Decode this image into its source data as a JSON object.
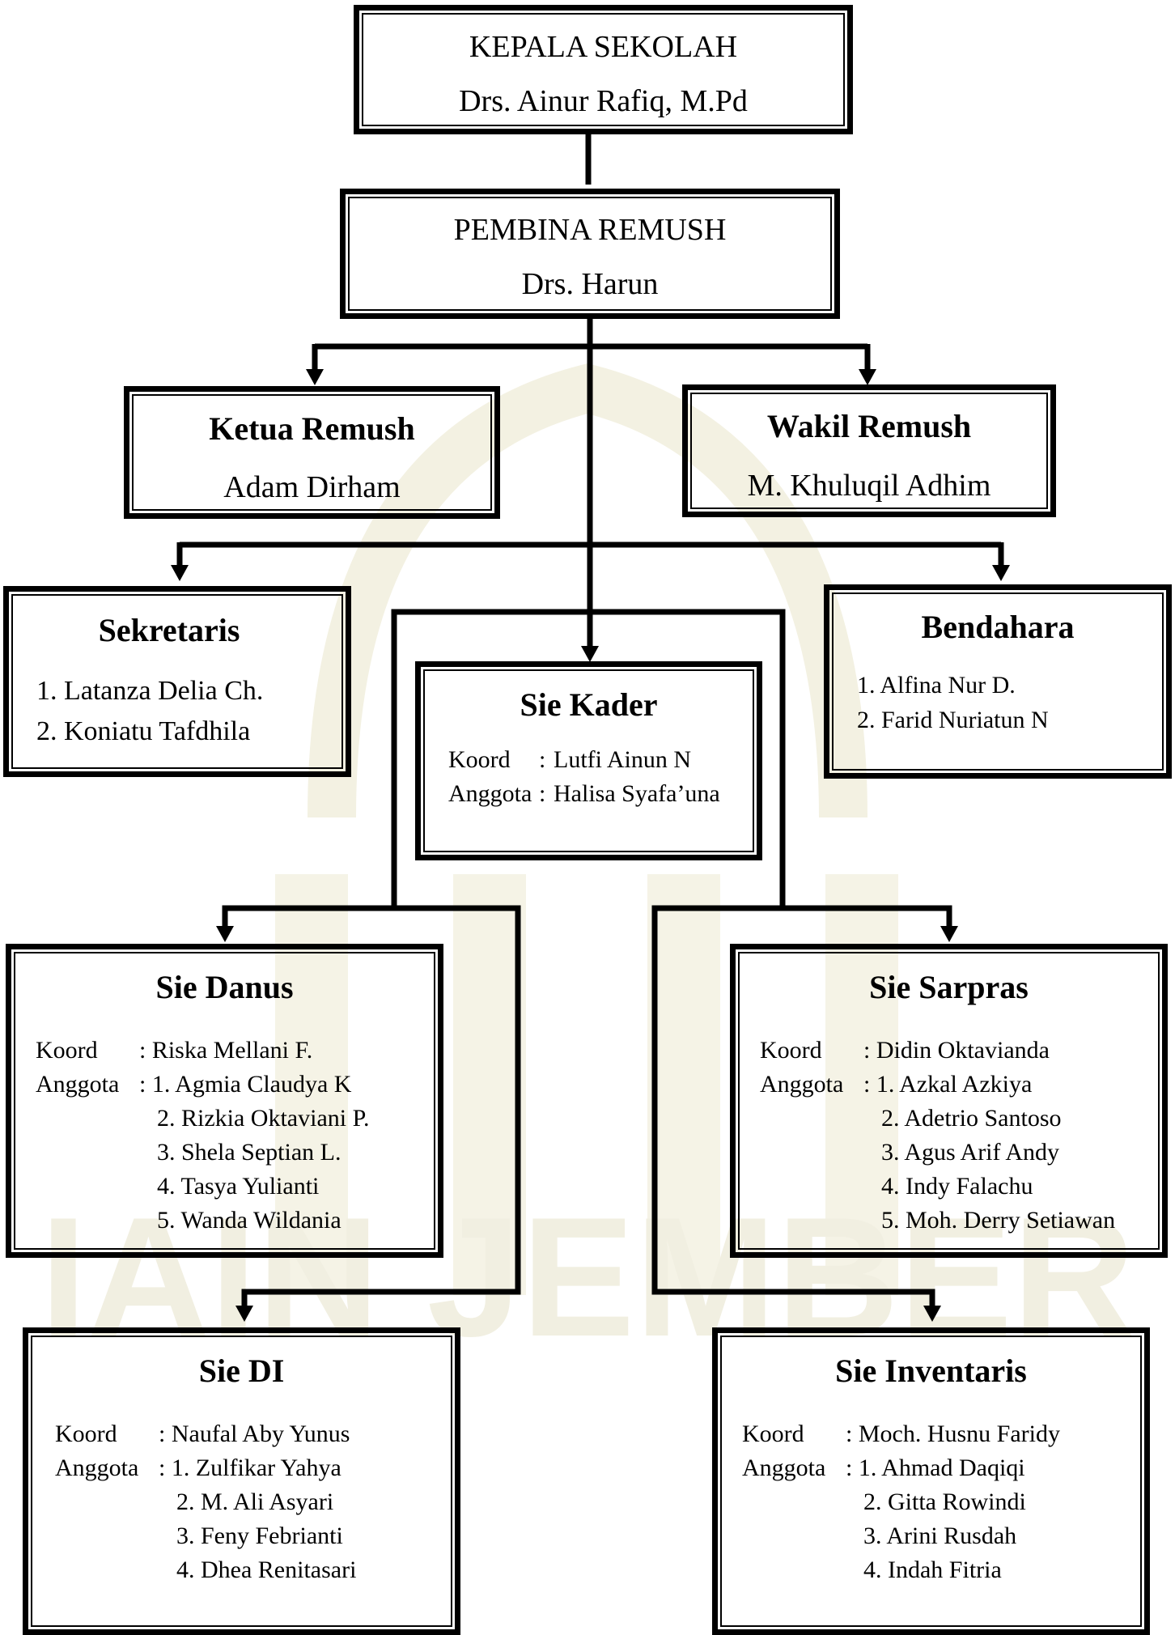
{
  "watermark_text": "IAIN JEMBER",
  "watermark_color": "#f0eedd",
  "kepala": {
    "title": "KEPALA SEKOLAH",
    "name": "Drs. Ainur Rafiq, M.Pd"
  },
  "pembina": {
    "title": "PEMBINA REMUSH",
    "name": "Drs. Harun"
  },
  "ketua": {
    "title": "Ketua Remush",
    "name": "Adam Dirham"
  },
  "wakil": {
    "title": "Wakil Remush",
    "name": "M. Khuluqil Adhim"
  },
  "sekretaris": {
    "title": "Sekretaris",
    "members": [
      "1.  Latanza Delia Ch.",
      "2.  Koniatu Tafdhila"
    ]
  },
  "bendahara": {
    "title": "Bendahara",
    "members": [
      "1.   Alfina Nur D.",
      "2.   Farid Nuriatun N"
    ]
  },
  "kader": {
    "title": "Sie Kader",
    "koord_label": "Koord",
    "koord_colon": ":",
    "koord": "Lutfi Ainun N",
    "anggota_label": "Anggota",
    "anggota_colon": ":",
    "anggota": "Halisa Syafa’una"
  },
  "danus": {
    "title": "Sie Danus",
    "koord_label": "Koord",
    "koord": ": Riska Mellani F.",
    "anggota_label": "Anggota",
    "members": [
      ": 1. Agmia Claudya K",
      "2. Rizkia Oktaviani P.",
      "3. Shela Septian L.",
      "4. Tasya Yulianti",
      "5. Wanda Wildania"
    ]
  },
  "sarpras": {
    "title": "Sie Sarpras",
    "koord_label": "Koord",
    "koord": ": Didin Oktavianda",
    "anggota_label": "Anggota",
    "members": [
      ": 1. Azkal Azkiya",
      "2. Adetrio Santoso",
      "3. Agus Arif Andy",
      "4. Indy Falachu",
      "5. Moh. Derry Setiawan"
    ]
  },
  "di": {
    "title": "Sie DI",
    "koord_label": "Koord",
    "koord": ": Naufal Aby Yunus",
    "anggota_label": "Anggota",
    "members": [
      ": 1. Zulfikar Yahya",
      "2. M. Ali Asyari",
      "3. Feny Febrianti",
      "4. Dhea Renitasari"
    ]
  },
  "inventaris": {
    "title": "Sie Inventaris",
    "koord_label": "Koord",
    "koord": ": Moch. Husnu Faridy",
    "anggota_label": "Anggota",
    "members": [
      ": 1. Ahmad Daqiqi",
      "2. Gitta Rowindi",
      "3. Arini Rusdah",
      "4. Indah Fitria"
    ]
  }
}
